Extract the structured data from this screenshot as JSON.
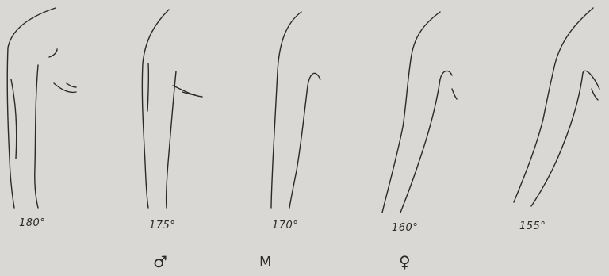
{
  "figures": [
    {
      "angle_label": "180°"
    },
    {
      "angle_label": "175°"
    },
    {
      "angle_label": "170°"
    },
    {
      "angle_label": "160°"
    },
    {
      "angle_label": "155°"
    }
  ],
  "legend": {
    "male_symbol": "♂",
    "middle_letter": "M",
    "female_symbol": "♀"
  },
  "colors": {
    "paper": "#d9d8d4",
    "ink": "#2a2a2a"
  }
}
